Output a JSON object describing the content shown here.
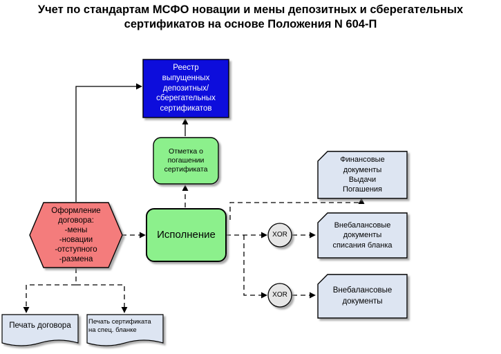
{
  "title": {
    "line1": "Учет по стандартам МСФО новации и мены депозитных и сберегательных",
    "line2": "сертификатов на основе Положения N 604-П"
  },
  "nodes": {
    "registry": {
      "lines": [
        "Реестр",
        "выпущенных",
        "депозитных/",
        "сберегательных",
        "сертификатов"
      ]
    },
    "redemption_mark": {
      "lines": [
        "Отметка о",
        "погашении",
        "сертификата"
      ]
    },
    "contract": {
      "lines": [
        "Оформление",
        "договора:",
        "-мены",
        "-новации",
        "-отступного",
        "-размена"
      ]
    },
    "execution": {
      "label": "Исполнение"
    },
    "financial_docs": {
      "lines": [
        "Финансовые",
        "документы",
        "Выдачи",
        "Погашения"
      ]
    },
    "offbalance_writeoff": {
      "lines": [
        "Внебалансовые",
        "документы",
        "списания бланка"
      ]
    },
    "offbalance_docs": {
      "lines": [
        "Внебалансовые",
        "документы"
      ]
    },
    "xor_1": {
      "label": "XOR"
    },
    "xor_2": {
      "label": "XOR"
    },
    "print_contract": {
      "label": "Печать договора"
    },
    "print_certificate": {
      "lines": [
        "Печать сертификата",
        "на спец. бланке"
      ]
    }
  },
  "colors": {
    "registry_fill": "#0a0adc",
    "green_fill": "#8cf08c",
    "red_fill": "#f47c7c",
    "doc_fill": "#dde5f2",
    "xor_fill": "#e6e6e6"
  }
}
